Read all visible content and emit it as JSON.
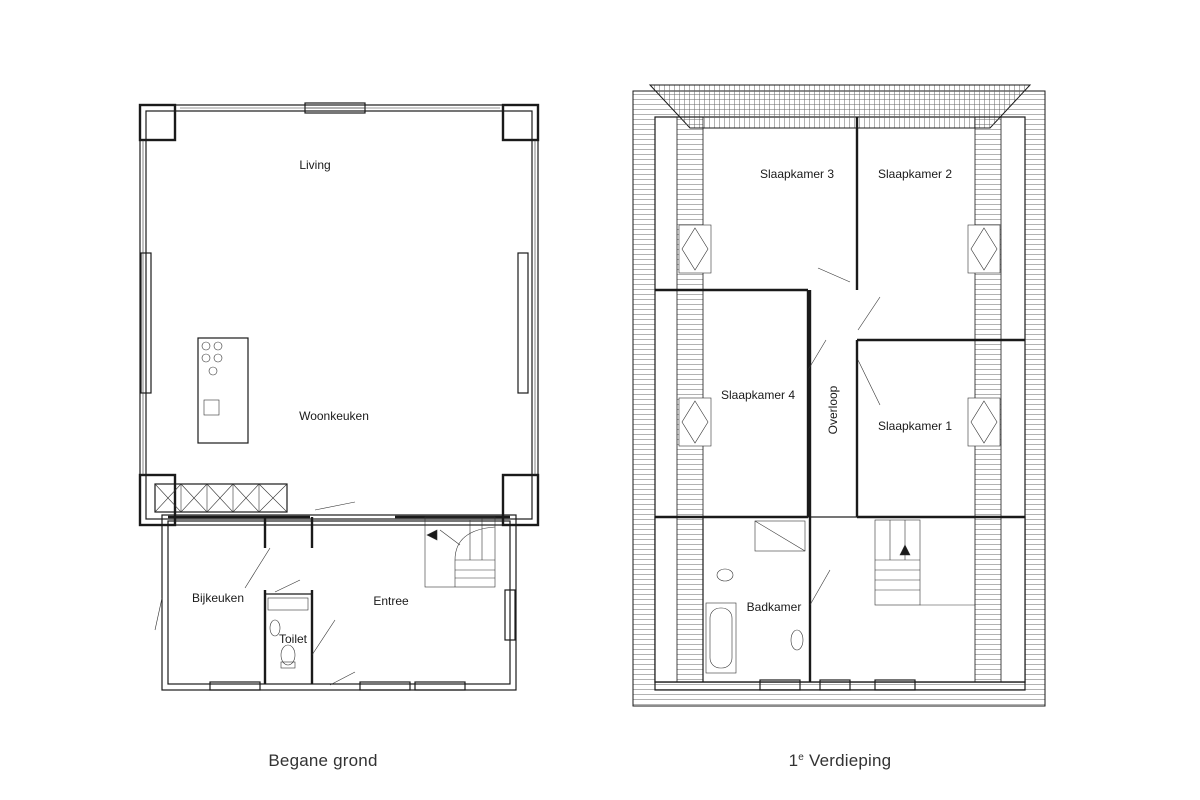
{
  "ground_floor": {
    "caption": "Begane grond",
    "rooms": {
      "living": "Living",
      "woonkeuken": "Woonkeuken",
      "bijkeuken": "Bijkeuken",
      "entree": "Entree",
      "toilet": "Toilet"
    }
  },
  "first_floor": {
    "caption_number": "1",
    "caption_sup": "e",
    "caption_text": " Verdieping",
    "rooms": {
      "slaapkamer3": "Slaapkamer 3",
      "slaapkamer2": "Slaapkamer 2",
      "slaapkamer4": "Slaapkamer 4",
      "slaapkamer1": "Slaapkamer 1",
      "overloop": "Overloop",
      "badkamer": "Badkamer"
    }
  }
}
